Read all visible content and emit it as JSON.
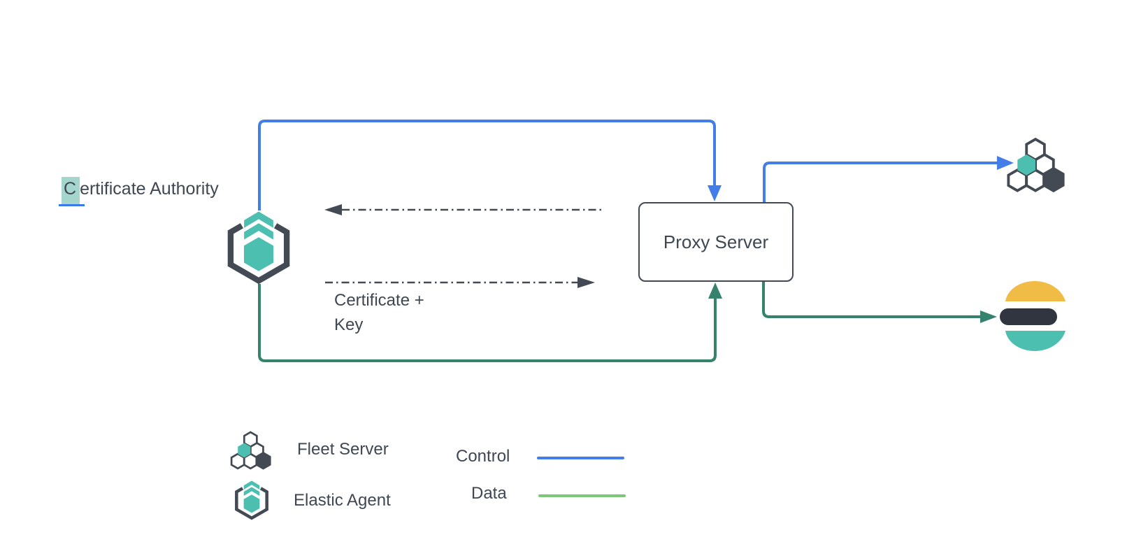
{
  "nodes": {
    "certificate_authority": {
      "first_char": "C",
      "rest": "ertificate Authority"
    },
    "elastic_agent": {
      "icon": "elastic-agent-icon"
    },
    "proxy_server": {
      "label": "Proxy Server"
    },
    "fleet_server": {
      "icon": "fleet-server-icon"
    },
    "elasticsearch": {
      "icon": "elasticsearch-logo"
    }
  },
  "edges": {
    "certificate_key_label": "Certificate +\nKey"
  },
  "legend": {
    "items": [
      {
        "icon": "fleet-server-icon",
        "label": "Fleet Server"
      },
      {
        "icon": "elastic-agent-icon",
        "label": "Elastic Agent"
      }
    ],
    "flows": [
      {
        "label": "Control",
        "color_key": "control"
      },
      {
        "label": "Data",
        "color_key": "data_legend"
      }
    ]
  },
  "colors": {
    "control": "#437de8",
    "data": "#35826d",
    "data_legend": "#7cc878",
    "teal": "#4cbfb0",
    "slate": "#434a54",
    "text": "#3f4753",
    "es_yellow": "#f1bc45",
    "es_dark": "#31353f",
    "highlight": "#a5d6cd",
    "cursor": "#3a79e8"
  }
}
